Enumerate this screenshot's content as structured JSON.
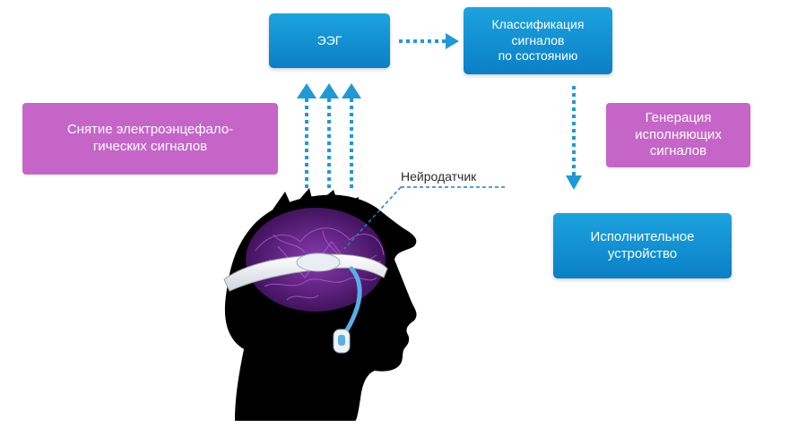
{
  "boxes": {
    "eeg": {
      "lines": [
        "ЭЭГ"
      ]
    },
    "classification": {
      "lines": [
        "Классификация",
        "сигналов",
        "по состоянию"
      ]
    },
    "capture": {
      "lines": [
        "Снятие электроэнцефало-",
        "гических сигналов"
      ]
    },
    "generation": {
      "lines": [
        "Генерация",
        "исполняющих",
        "сигналов"
      ]
    },
    "device": {
      "lines": [
        "Исполнительное",
        "устройство"
      ]
    }
  },
  "sensor_label": "Нейродатчик",
  "colors": {
    "blue_box": "#0f8fd3",
    "purple_box": "#c565c8",
    "arrow": "#1f9ad6",
    "head": "#000000",
    "brain": "#7a2a9a"
  }
}
